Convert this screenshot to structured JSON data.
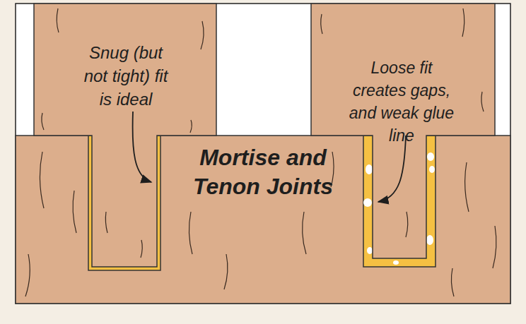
{
  "diagram": {
    "title": "Mortise and Tenon Joints",
    "labels": [
      "Snug (but not tight) fit is ideal",
      "Loose fit creates gaps, and weak glue line"
    ]
  }
}
